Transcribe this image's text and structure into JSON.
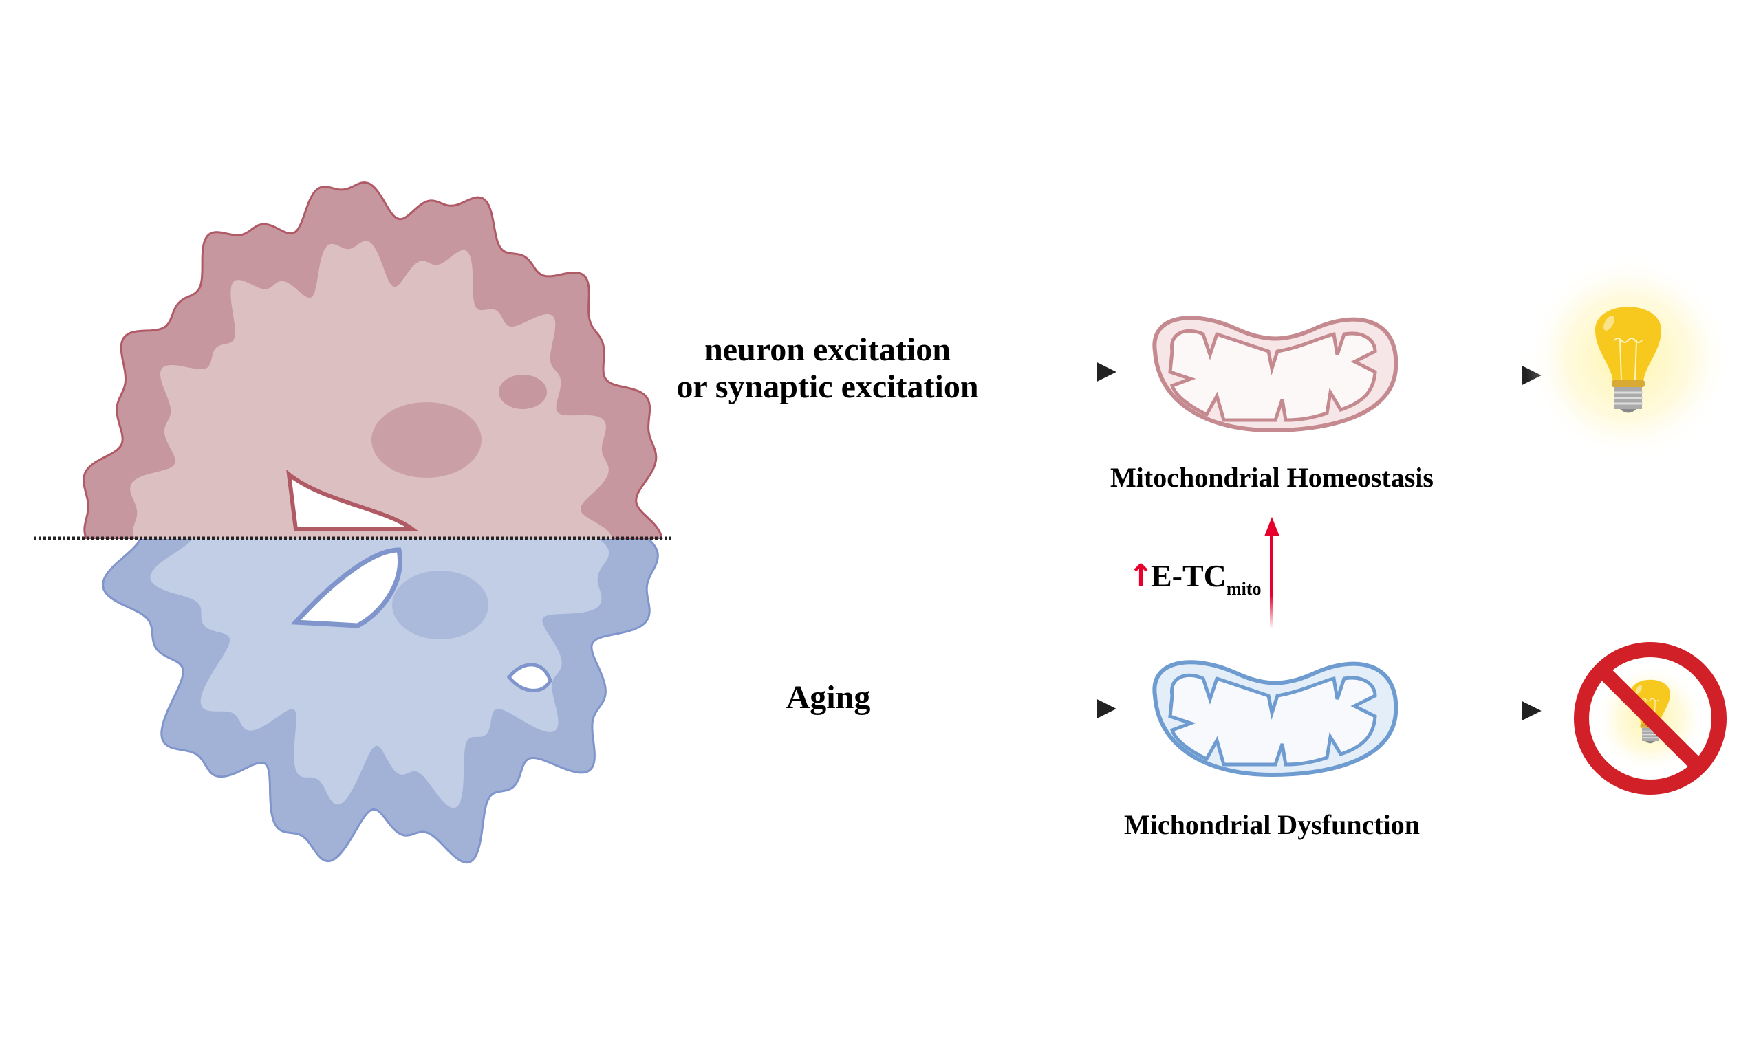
{
  "labels": {
    "stimulus_line1": "neuron excitation",
    "stimulus_line2": "or synaptic excitation",
    "aging": "Aging",
    "homeostasis": "Mitochondrial Homeostasis",
    "dysfunction": "Michondrial Dysfunction",
    "etc_main": "E-TC",
    "etc_sub": "mito",
    "up_arrow": "↑"
  },
  "icons": {
    "brain_top": "brain-healthy-icon",
    "brain_bottom": "brain-aged-icon",
    "mito_top": "mitochondrion-healthy-icon",
    "mito_bottom": "mitochondrion-dysfunctional-icon",
    "bulb_on": "lightbulb-on-icon",
    "bulb_off": "lightbulb-prohibited-icon"
  },
  "colors": {
    "healthy": "#c7979f",
    "aged": "#a1b2d6",
    "accent_red": "#e8002d",
    "prohibit_red": "#d12027",
    "bulb_yellow": "#f7c81e"
  }
}
